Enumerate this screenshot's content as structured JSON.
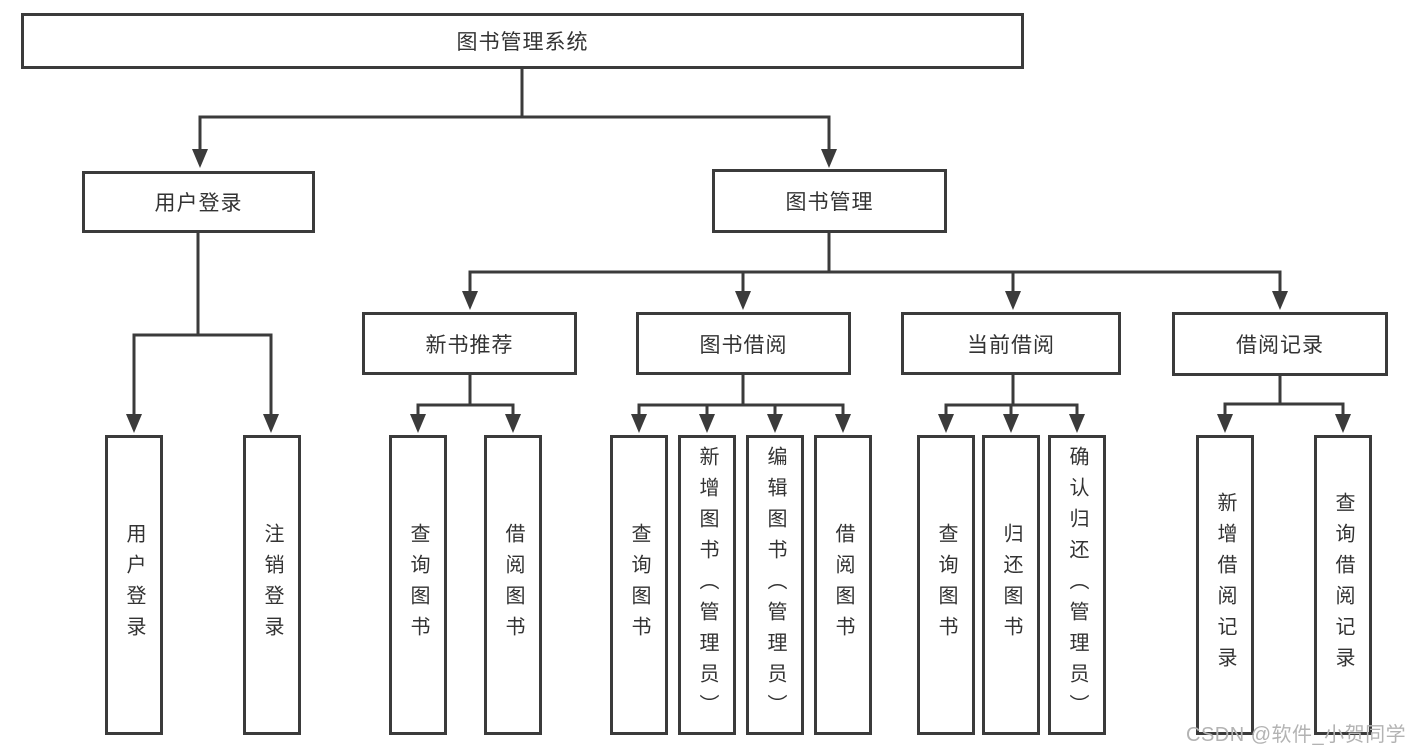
{
  "colors": {
    "box_border": "#3b3b3b",
    "box_text": "#333333",
    "connector": "#3b3b3b",
    "watermark": "#b3b3b3",
    "background": "#ffffff"
  },
  "nodes": {
    "root": "图书管理系统",
    "level2": {
      "user_login": "用户登录",
      "book_mgmt": "图书管理"
    },
    "level3": {
      "new_books": "新书推荐",
      "borrow": "图书借阅",
      "current": "当前借阅",
      "records": "借阅记录"
    },
    "leaves": {
      "user_login": [
        "用户登录",
        "注销登录"
      ],
      "new_books": [
        "查询图书",
        "借阅图书"
      ],
      "borrow": [
        "查询图书",
        "新增图书（管理员）",
        "编辑图书（管理员）",
        "借阅图书"
      ],
      "current": [
        "查询图书",
        "归还图书",
        "确认归还（管理员）"
      ],
      "records": [
        "新增借阅记录",
        "查询借阅记录"
      ]
    }
  },
  "watermark": {
    "text": "CSDN @软件_小贺同学"
  }
}
